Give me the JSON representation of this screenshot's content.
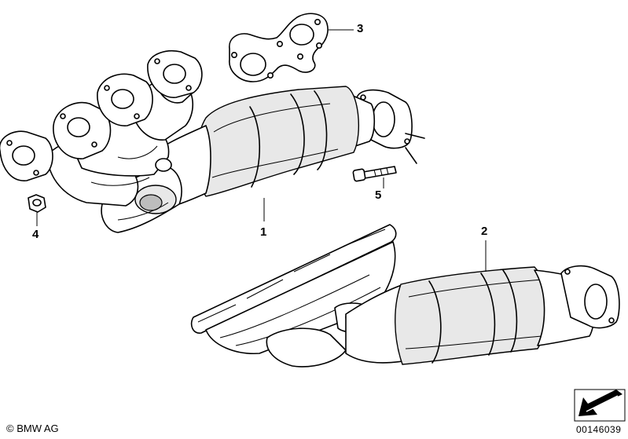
{
  "callouts": {
    "part1": "1",
    "part2": "2",
    "part3": "3",
    "part4": "4",
    "part5": "5"
  },
  "footer": {
    "copyright": "© BMW AG",
    "document_number": "00146039"
  },
  "icons": {
    "navigation": "arrow-nav-icon"
  },
  "colors": {
    "line": "#000000",
    "background": "#ffffff"
  }
}
